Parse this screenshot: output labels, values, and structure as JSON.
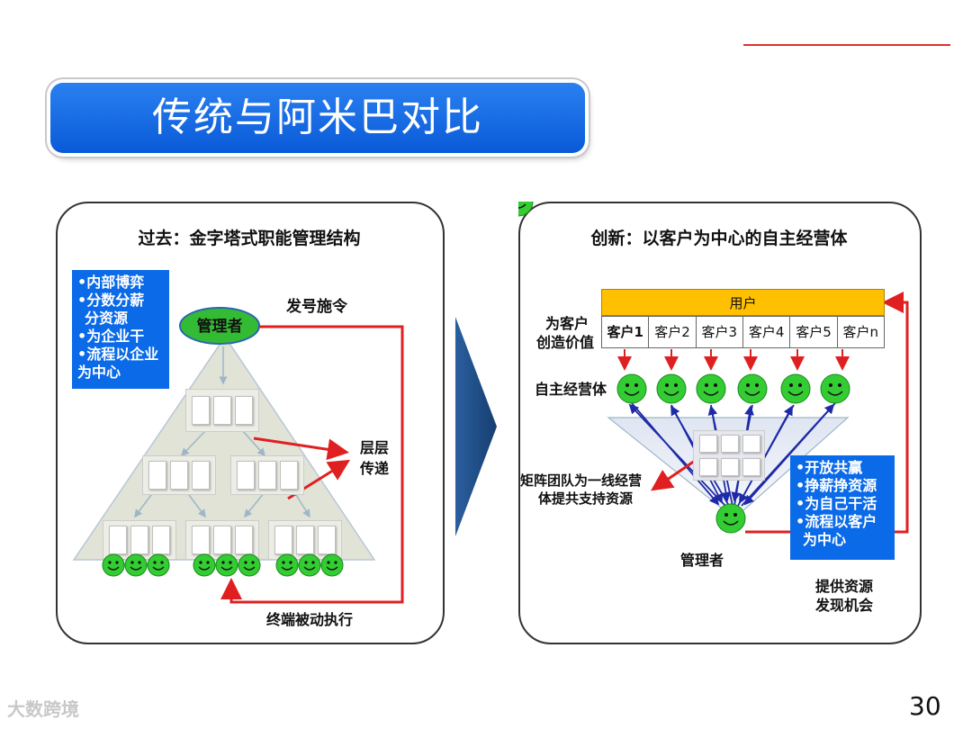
{
  "slide": {
    "title": "传统与阿米巴对比",
    "page_number": "30",
    "watermark": "大数跨境"
  },
  "left_panel": {
    "title": "过去：金字塔式职能管理结构",
    "bullets": [
      "•内部博弈",
      "•分数分薪",
      "  分资源",
      "•为企业干",
      "•流程以企业",
      "为中心"
    ],
    "manager_label": "管理者",
    "command_label": "发号施令",
    "relay_label_1": "层层",
    "relay_label_2": "传递",
    "execute_label": "终端被动执行"
  },
  "right_panel": {
    "title": "创新：以客户为中心的自主经营体",
    "user_label": "用户",
    "customers": [
      "客户1",
      "客户2",
      "客户3",
      "客户4",
      "客户5",
      "客户n"
    ],
    "value_label_1": "为客户",
    "value_label_2": "创造价值",
    "units_label": "自主经营体",
    "support_label_1": "矩阵团队为一线经营",
    "support_label_2": "体提共支持资源",
    "manager_label": "管理者",
    "bullets": [
      "•开放共赢",
      "•挣薪挣资源",
      "•为自己干活",
      "•流程以客户",
      "为中心"
    ],
    "resource_label_1": "提供资源",
    "resource_label_2": "发现机会"
  },
  "colors": {
    "title_blue": "#0a5ad8",
    "accent_red": "#e02020",
    "arrow_blue": "#1e2aa8",
    "smiley_green": "#33cc33",
    "user_yellow": "#ffc000",
    "chevron_navy": "#1f4e8c"
  }
}
